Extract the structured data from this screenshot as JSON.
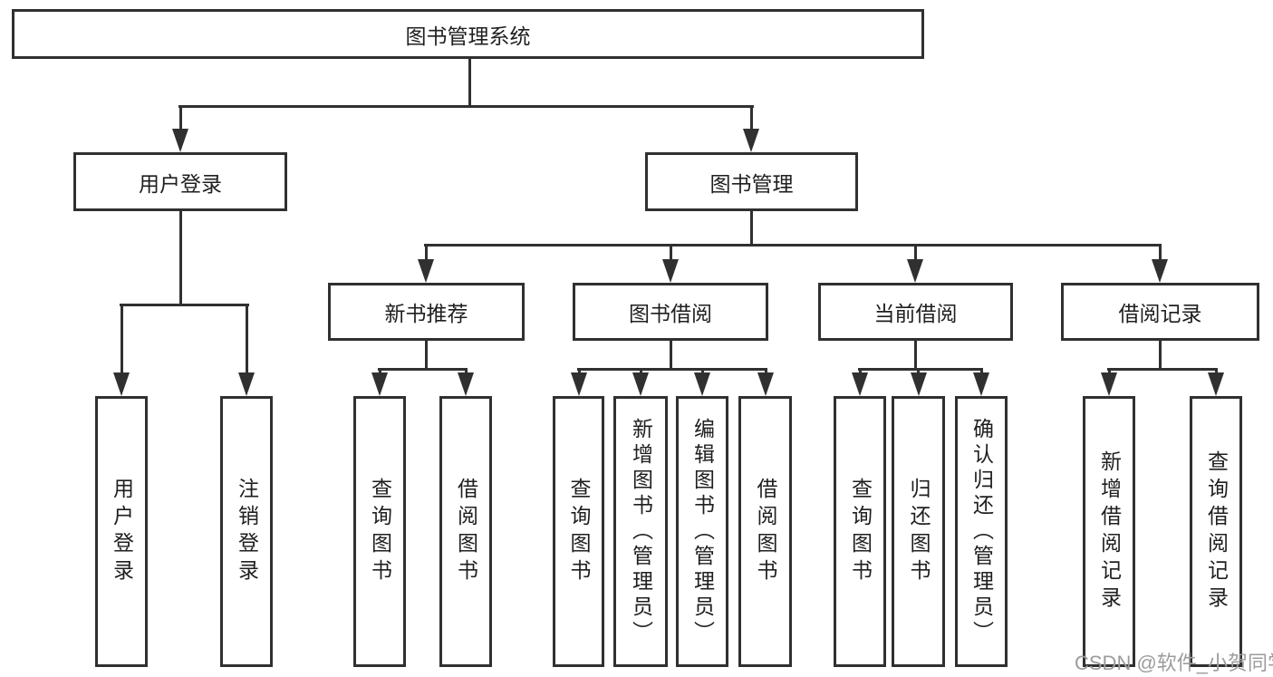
{
  "nodes": {
    "root": {
      "label": "图书管理系统"
    },
    "user_login": {
      "label": "用户登录"
    },
    "book_mgmt": {
      "label": "图书管理"
    },
    "new_book_rec": {
      "label": "新书推荐"
    },
    "book_borrow": {
      "label": "图书借阅"
    },
    "current_borrow": {
      "label": "当前借阅"
    },
    "borrow_record": {
      "label": "借阅记录"
    },
    "leaf_user_login": {
      "label": "用户登录"
    },
    "leaf_logout": {
      "label": "注销登录"
    },
    "leaf_query_book_a": {
      "label": "查询图书"
    },
    "leaf_borrow_book_a": {
      "label": "借阅图书"
    },
    "leaf_query_book_b": {
      "label": "查询图书"
    },
    "leaf_add_book": {
      "label": "新增图书（管理员）"
    },
    "leaf_edit_book": {
      "label": "编辑图书（管理员）"
    },
    "leaf_borrow_book_b": {
      "label": "借阅图书"
    },
    "leaf_query_book_c": {
      "label": "查询图书"
    },
    "leaf_return_book": {
      "label": "归还图书"
    },
    "leaf_confirm_return": {
      "label": "确认归还（管理员）"
    },
    "leaf_add_record": {
      "label": "新增借阅记录"
    },
    "leaf_query_record": {
      "label": "查询借阅记录"
    }
  },
  "structure": {
    "图书管理系统": [
      "用户登录",
      "图书管理"
    ],
    "用户登录": [
      "用户登录",
      "注销登录"
    ],
    "图书管理": [
      "新书推荐",
      "图书借阅",
      "当前借阅",
      "借阅记录"
    ],
    "新书推荐": [
      "查询图书",
      "借阅图书"
    ],
    "图书借阅": [
      "查询图书",
      "新增图书（管理员）",
      "编辑图书（管理员）",
      "借阅图书"
    ],
    "当前借阅": [
      "查询图书",
      "归还图书",
      "确认归还（管理员）"
    ],
    "借阅记录": [
      "新增借阅记录",
      "查询借阅记录"
    ]
  },
  "watermark": {
    "text": "CSDN @软件_小贺同学"
  },
  "colors": {
    "line": "#303030",
    "text": "#1f1f1f",
    "watermark": "#9c9c9c",
    "background": "#ffffff"
  }
}
